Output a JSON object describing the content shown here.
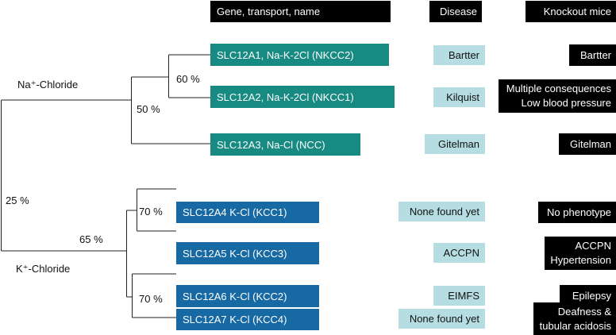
{
  "headers": {
    "gene": "Gene, transport, name",
    "disease": "Disease",
    "knockout": "Knockout mice"
  },
  "groups": {
    "na": "Na⁺-Chloride",
    "k": "K⁺-Chloride"
  },
  "percentages": {
    "root": "25 %",
    "na_group": "50 %",
    "nkcc": "60 %",
    "k_group": "65 %",
    "kcc_a": "70 %",
    "kcc_b": "70 %"
  },
  "rows": [
    {
      "gene": "SLC12A1, Na-K-2Cl (NKCC2)",
      "disease": "Bartter",
      "knockout": [
        "Bartter"
      ],
      "color": "#178a82"
    },
    {
      "gene": "SLC12A2, Na-K-2Cl (NKCC1)",
      "disease": "Kilquist",
      "knockout": [
        "Multiple consequences",
        "Low blood pressure"
      ],
      "color": "#178a82"
    },
    {
      "gene": "SLC12A3, Na-Cl (NCC)",
      "disease": "Gitelman",
      "knockout": [
        "Gitelman"
      ],
      "color": "#178a82"
    },
    {
      "gene": "SLC12A4 K-Cl (KCC1)",
      "disease": "None found yet",
      "knockout": [
        "No phenotype"
      ],
      "color": "#1769a3"
    },
    {
      "gene": "SLC12A5 K-Cl (KCC3)",
      "disease": "ACCPN",
      "knockout": [
        "ACCPN",
        "Hypertension"
      ],
      "color": "#1769a3"
    },
    {
      "gene": "SLC12A6 K-Cl (KCC2)",
      "disease": "EIMFS",
      "knockout": [
        "Epilepsy"
      ],
      "color": "#1769a3"
    },
    {
      "gene": "SLC12A7 K-Cl (KCC4)",
      "disease": "None found yet",
      "knockout": [
        "Deafness &",
        "tubular acidosis"
      ],
      "color": "#1769a3"
    }
  ]
}
